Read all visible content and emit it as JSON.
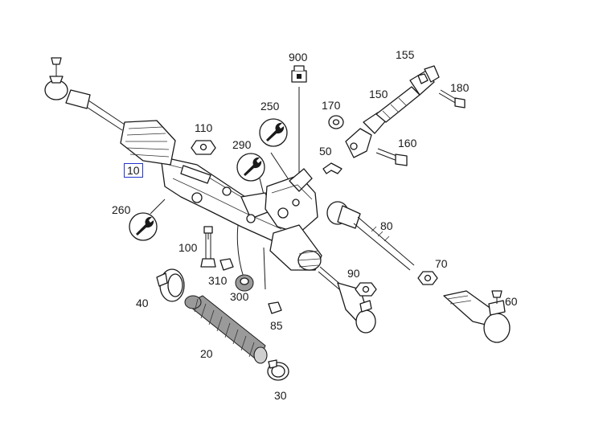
{
  "callouts": {
    "c10": "10",
    "c20": "20",
    "c30": "30",
    "c40": "40",
    "c50": "50",
    "c60": "60",
    "c70": "70",
    "c80": "80",
    "c85": "85",
    "c90": "90",
    "c100": "100",
    "c110": "110",
    "c150": "150",
    "c155": "155",
    "c160": "160",
    "c170": "170",
    "c180": "180",
    "c250": "250",
    "c260": "260",
    "c290": "290",
    "c300": "300",
    "c310": "310",
    "c900": "900"
  },
  "selected_callout": "10",
  "colors": {
    "line": "#1a1a1a",
    "selection_border": "#2233cc",
    "background": "#ffffff"
  },
  "icons": [
    "wrench-icon",
    "wrench-icon",
    "wrench-icon",
    "bracket-icon"
  ]
}
